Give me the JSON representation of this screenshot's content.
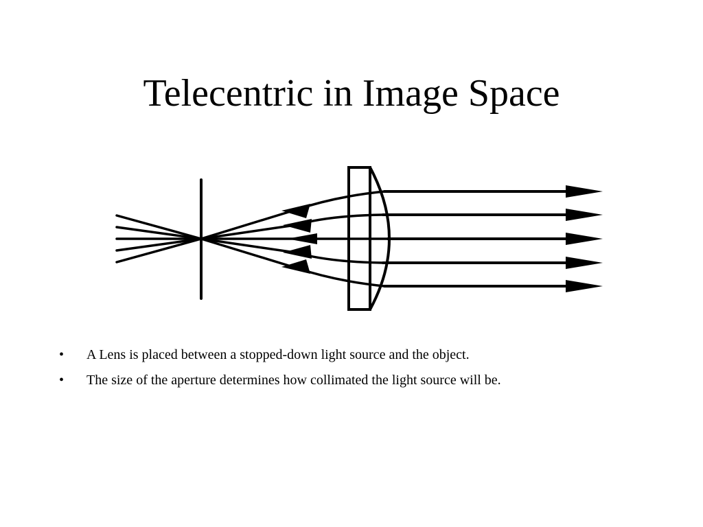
{
  "slide": {
    "title": "Telecentric in Image Space",
    "bullet_glyph": "•",
    "bullets": [
      "A Lens is placed between a stopped-down light source and the object.",
      "The size of the aperture determines how collimated the light source will be."
    ]
  },
  "diagram": {
    "stroke_color": "#000000",
    "components": [
      "aperture-stop",
      "point-source",
      "plano-convex-lens",
      "collimated-rays"
    ],
    "ray_count": 5
  }
}
